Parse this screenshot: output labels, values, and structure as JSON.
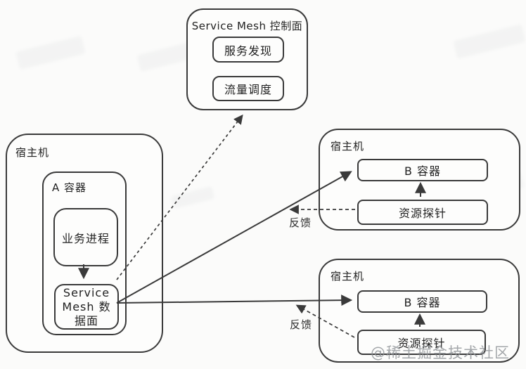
{
  "diagram": {
    "control_plane": {
      "title": "Service Mesh 控制面",
      "service_discovery": "服务发现",
      "traffic_scheduling": "流量调度"
    },
    "host_a": {
      "label": "宿主机",
      "container_label": "A 容器",
      "process_label": "业务进程",
      "dataplane_label": "Service Mesh 数据面"
    },
    "host_b_top": {
      "label": "宿主机",
      "container_label": "B 容器",
      "probe_label": "资源探针"
    },
    "host_b_bottom": {
      "label": "宿主机",
      "container_label": "B 容器",
      "probe_label": "资源探针"
    },
    "edges": {
      "feedback_top_label": "反馈",
      "feedback_bottom_label": "反馈"
    },
    "watermark_text": "@稀土掘金技术社区"
  },
  "colors": {
    "line": "#3a3a3a",
    "text": "#222222",
    "box_fill": "#fdfdfc",
    "background": "#fbfbfa",
    "watermark": "#8e9296"
  }
}
